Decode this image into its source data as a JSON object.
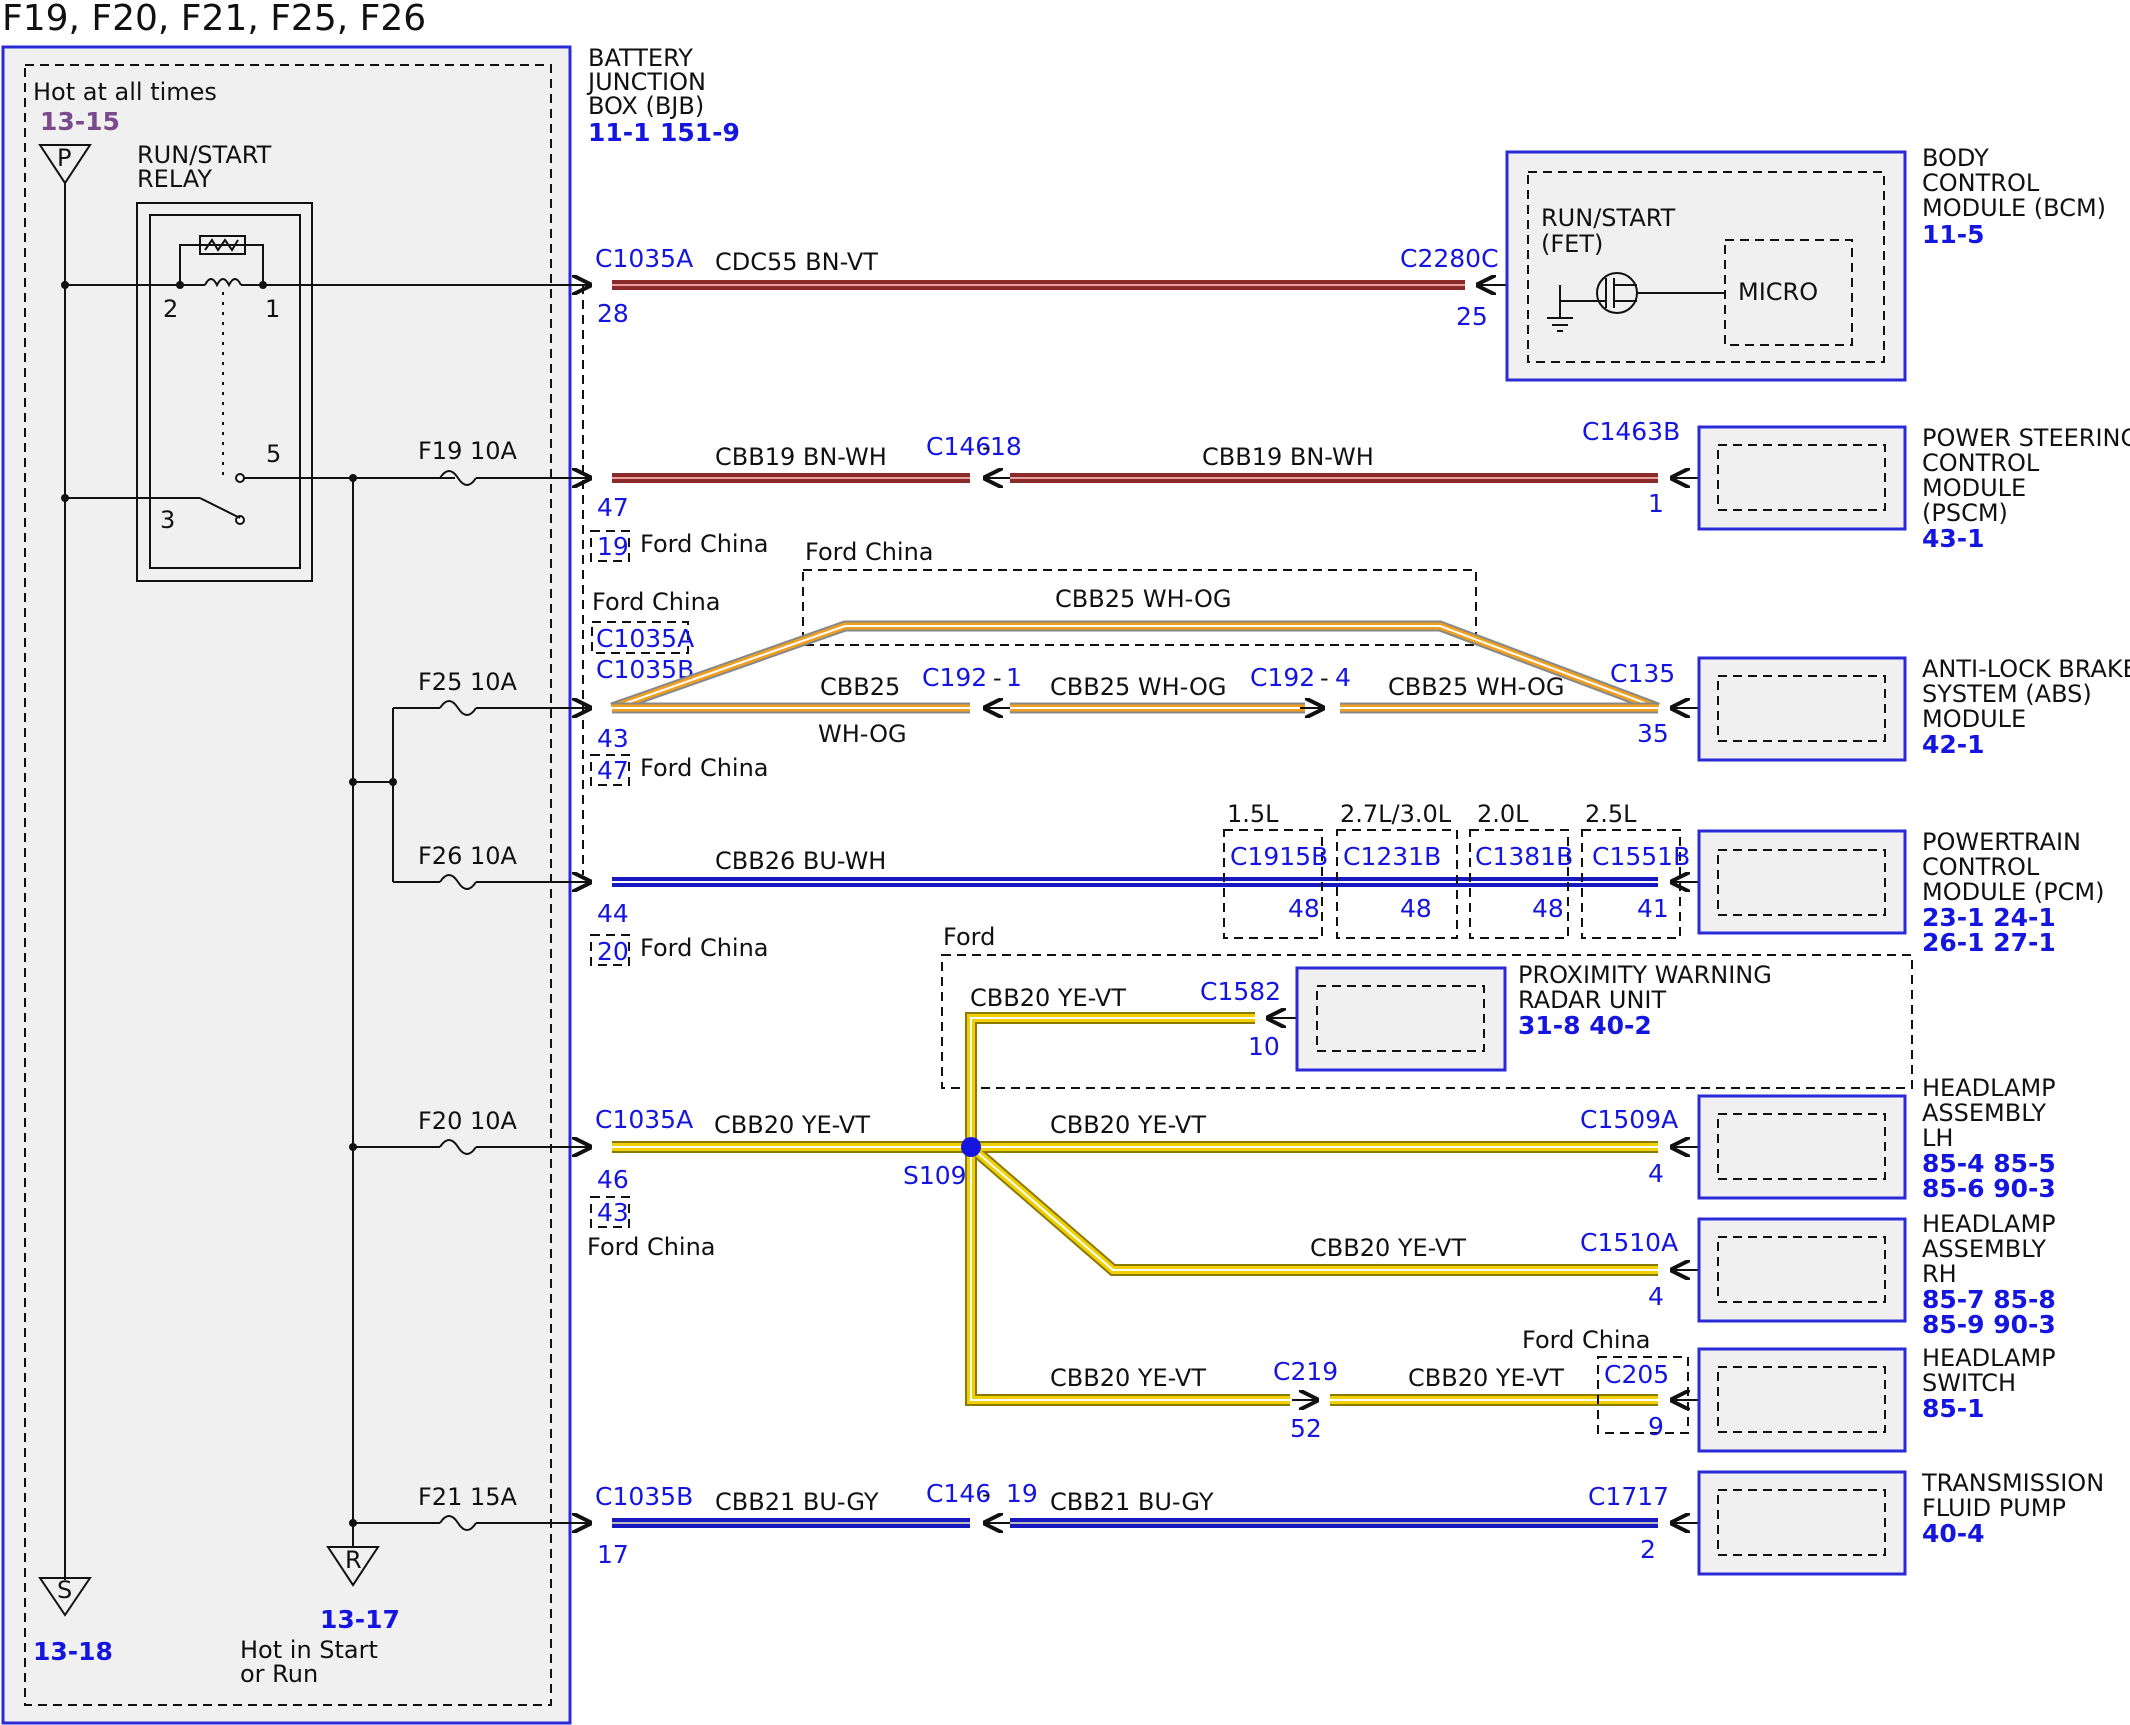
{
  "title": "F19, F20, F21, F25, F26",
  "bjb": {
    "line1": "BATTERY",
    "line2": "JUNCTION",
    "line3": "BOX (BJB)",
    "ref1": "11-1",
    "ref2": "151-9"
  },
  "hot_all": {
    "label": "Hot at all times",
    "ref": "13-15",
    "symbol": "P"
  },
  "relay": {
    "line1": "RUN/START",
    "line2": "RELAY",
    "pin2": "2",
    "pin1": "1",
    "pin5": "5",
    "pin3": "3"
  },
  "sym_s": {
    "symbol": "S",
    "ref": "13-18"
  },
  "sym_r": {
    "symbol": "R",
    "ref": "13-17",
    "label1": "Hot in Start",
    "label2": "or Run"
  },
  "fuses": {
    "f19": "F19  10A",
    "f25": "F25  10A",
    "f26": "F26  10A",
    "f20": "F20  10A",
    "f21": "F21  15A"
  },
  "c1035a_top": "C1035A",
  "pin28": "28",
  "cdc55": "CDC55  BN-VT",
  "c2280c": "C2280C",
  "pin25": "25",
  "bcm": {
    "l1": "BODY",
    "l2": "CONTROL",
    "l3": "MODULE (BCM)",
    "ref": "11-5",
    "fet1": "RUN/START",
    "fet2": "(FET)",
    "micro": "MICRO"
  },
  "cbb19a": "CBB19  BN-WH",
  "c146_18": "C146",
  "pin18": "18",
  "cbb19b": "CBB19  BN-WH",
  "c1463b": "C1463B",
  "pin47": "47",
  "pin1": "1",
  "opt19": "19",
  "ford_china": "Ford China",
  "pscm": {
    "l1": "POWER STEERING",
    "l2": "CONTROL",
    "l3": "MODULE",
    "l4": "(PSCM)",
    "ref": "43-1"
  },
  "ford_china_box": "Ford China",
  "cbb25_top": "CBB25  WH-OG",
  "c1035a_opt": "C1035A",
  "c1035b": "C1035B",
  "cbb25_a": "CBB25",
  "cbb25_a2": "WH-OG",
  "c192_1": "C192",
  "pin_1": "1",
  "cbb25_b": "CBB25  WH-OG",
  "c192_4": "C192",
  "pin_4": "4",
  "cbb25_c": "CBB25  WH-OG",
  "c135": "C135",
  "pin43": "43",
  "pin35": "35",
  "opt47": "47",
  "abs": {
    "l1": "ANTI-LOCK BRAKE",
    "l2": "SYSTEM (ABS)",
    "l3": "MODULE",
    "ref": "42-1"
  },
  "engines": [
    "1.5L",
    "2.7L/3.0L",
    "2.0L",
    "2.5L"
  ],
  "pcm_conns": [
    "C1915B",
    "C1231B",
    "C1381B",
    "C1551B"
  ],
  "pcm_pins": [
    "48",
    "48",
    "48",
    "41"
  ],
  "cbb26": "CBB26  BU-WH",
  "pin44": "44",
  "opt20": "20",
  "pcm": {
    "l1": "POWERTRAIN",
    "l2": "CONTROL",
    "l3": "MODULE (PCM)",
    "ref1": "23-1  24-1",
    "ref2": "26-1  27-1"
  },
  "ford": "Ford",
  "cbb20_radar": "CBB20  YE-VT",
  "c1582": "C1582",
  "pin10": "10",
  "radar": {
    "l1": "PROXIMITY WARNING",
    "l2": "RADAR UNIT",
    "ref": "31-8  40-2"
  },
  "c1035a_f20": "C1035A",
  "cbb20_a": "CBB20  YE-VT",
  "pin46": "46",
  "opt43": "43",
  "s109": "S109",
  "cbb20_lh": "CBB20  YE-VT",
  "c1509a": "C1509A",
  "pin4a": "4",
  "hlh": {
    "l1": "HEADLAMP",
    "l2": "ASSEMBLY",
    "l3": "LH",
    "ref1": "85-4  85-5",
    "ref2": "85-6  90-3"
  },
  "cbb20_rh": "CBB20  YE-VT",
  "c1510a": "C1510A",
  "pin4b": "4",
  "hrh": {
    "l1": "HEADLAMP",
    "l2": "ASSEMBLY",
    "l3": "RH",
    "ref1": "85-7  85-8",
    "ref2": "85-9  90-3"
  },
  "cbb20_sw1": "CBB20  YE-VT",
  "c219": "C219",
  "pin52": "52",
  "cbb20_sw2": "CBB20  YE-VT",
  "c205": "C205",
  "pin9": "9",
  "hsw": {
    "l1": "HEADLAMP",
    "l2": "SWITCH",
    "ref": "85-1"
  },
  "c1035b_f21": "C1035B",
  "cbb21_a": "CBB21  BU-GY",
  "c146_19": "C146",
  "pin19": "19",
  "cbb21_b": "CBB21  BU-GY",
  "c1717": "C1717",
  "pin17": "17",
  "pin2": "2",
  "tfp": {
    "l1": "TRANSMISSION",
    "l2": "FLUID PUMP",
    "ref": "40-4"
  },
  "colors": {
    "bn": "#8b2a2a",
    "bn_stripe": "#e8a0a0",
    "wh_og": "#f0a020",
    "bu": "#1818c0",
    "ye": "#f0d000",
    "blue": "#2a2ad8"
  }
}
